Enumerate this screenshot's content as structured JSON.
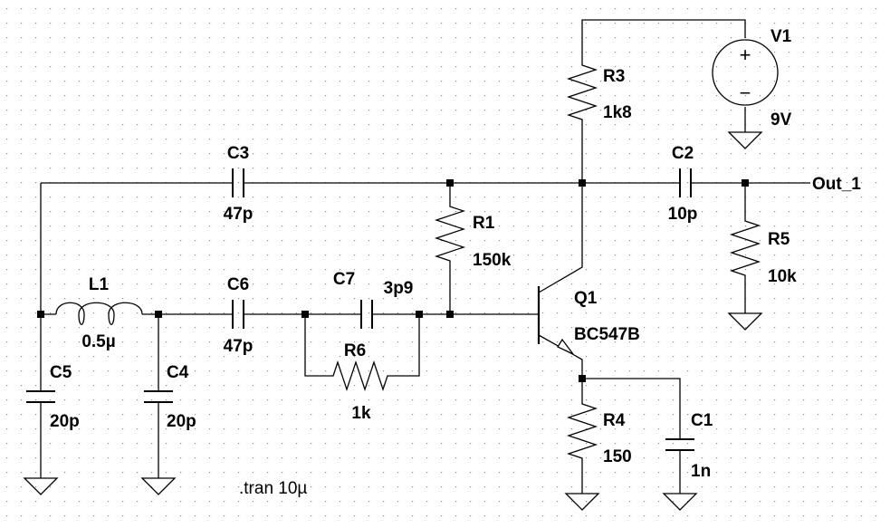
{
  "components": {
    "V1": {
      "name": "V1",
      "value": "9V"
    },
    "R3": {
      "name": "R3",
      "value": "1k8"
    },
    "C3": {
      "name": "C3",
      "value": "47p"
    },
    "C2": {
      "name": "C2",
      "value": "10p"
    },
    "R1": {
      "name": "R1",
      "value": "150k"
    },
    "R5": {
      "name": "R5",
      "value": "10k"
    },
    "L1": {
      "name": "L1",
      "value": "0.5µ"
    },
    "C6": {
      "name": "C6",
      "value": "47p"
    },
    "C7": {
      "name": "C7",
      "value": "3p9"
    },
    "R6": {
      "name": "R6",
      "value": "1k"
    },
    "Q1": {
      "name": "Q1",
      "value": "BC547B"
    },
    "C5": {
      "name": "C5",
      "value": "20p"
    },
    "C4": {
      "name": "C4",
      "value": "20p"
    },
    "R4": {
      "name": "R4",
      "value": "150"
    },
    "C1": {
      "name": "C1",
      "value": "1n"
    }
  },
  "net_labels": {
    "out": "Out_1"
  },
  "directive": ".tran 10µ",
  "plus_sign": "+",
  "minus_sign": "−"
}
